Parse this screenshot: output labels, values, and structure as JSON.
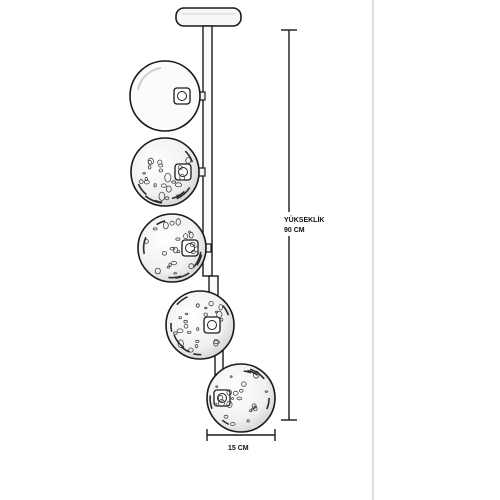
{
  "dimensions": {
    "height_label": "YÜKSEKLİK",
    "height_value": "90 CM",
    "width_value": "15 CM"
  },
  "fixture": {
    "globe_count": 5,
    "line_color": "#1a1a1a",
    "glass_tint": "#f4f4f4"
  }
}
